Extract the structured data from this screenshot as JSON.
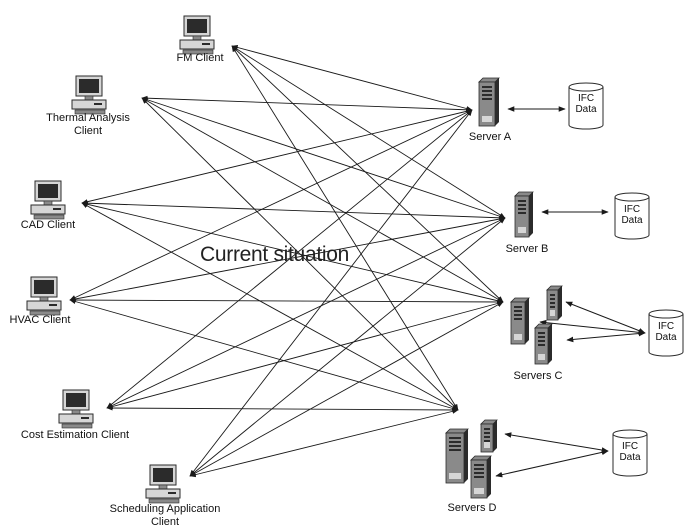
{
  "title": "Current situation",
  "clients": [
    {
      "id": "fm",
      "label": "FM Client"
    },
    {
      "id": "thermal",
      "label": "Thermal Analysis Client"
    },
    {
      "id": "cad",
      "label": "CAD Client"
    },
    {
      "id": "hvac",
      "label": "HVAC Client"
    },
    {
      "id": "cost",
      "label": "Cost Estimation Client"
    },
    {
      "id": "sched",
      "label": "Scheduling Application Client"
    }
  ],
  "servers": [
    {
      "id": "a",
      "label": "Server A"
    },
    {
      "id": "b",
      "label": "Server B"
    },
    {
      "id": "c",
      "label": "Servers C"
    },
    {
      "id": "d",
      "label": "Servers D"
    }
  ],
  "data_stores": [
    {
      "id": "a",
      "line1": "IFC",
      "line2": "Data"
    },
    {
      "id": "b",
      "line1": "IFC",
      "line2": "Data"
    },
    {
      "id": "c",
      "line1": "IFC",
      "line2": "Data"
    },
    {
      "id": "d",
      "line1": "IFC",
      "line2": "Data"
    }
  ],
  "icons": {
    "client": "desktop-computer-icon",
    "server": "server-tower-icon",
    "store": "database-cylinder-icon"
  },
  "colors": {
    "line": "#1a1a1a",
    "device_dark": "#2b2b2b",
    "device_mid": "#8a8a8a",
    "device_light": "#d6d6d6"
  }
}
